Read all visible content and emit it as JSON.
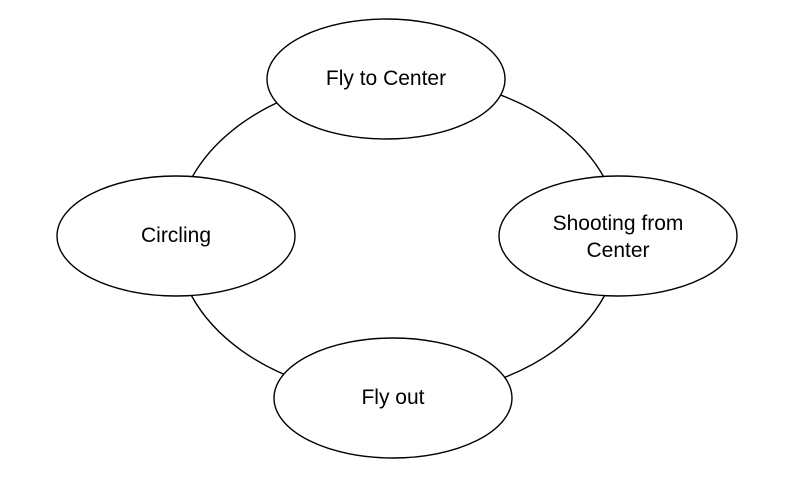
{
  "diagram": {
    "type": "cycle",
    "nodes": [
      {
        "id": "fly-to-center",
        "label": "Fly to Center"
      },
      {
        "id": "shooting-from-center",
        "label": "Shooting from Center"
      },
      {
        "id": "fly-out",
        "label": "Fly out"
      },
      {
        "id": "circling",
        "label": "Circling"
      }
    ],
    "edges": [
      {
        "from": "fly-to-center",
        "to": "shooting-from-center"
      },
      {
        "from": "shooting-from-center",
        "to": "fly-out"
      },
      {
        "from": "fly-out",
        "to": "circling"
      },
      {
        "from": "circling",
        "to": "fly-to-center"
      }
    ],
    "colors": {
      "stroke": "#000000",
      "fill": "#ffffff",
      "text": "#000000"
    }
  }
}
